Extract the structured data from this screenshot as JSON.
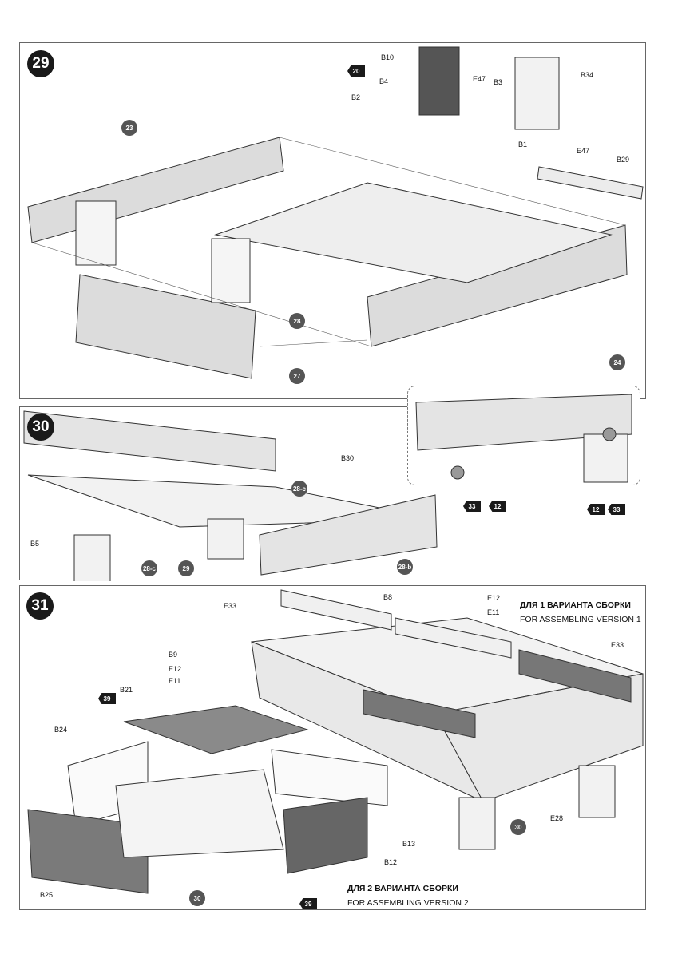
{
  "steps": {
    "s29": {
      "number": "29",
      "parts": {
        "b10": "B10",
        "b4": "B4",
        "b2": "B2",
        "e47a": "E47",
        "b3": "B3",
        "b34": "B34",
        "b1": "B1",
        "e47b": "E47",
        "b29": "B29"
      },
      "refs": {
        "r20": "20",
        "r23": "23",
        "r28": "28",
        "r27": "27",
        "r24": "24"
      }
    },
    "s30": {
      "number": "30",
      "parts": {
        "b30": "B30",
        "b5": "B5"
      },
      "refs": {
        "r28c_top": "28-c",
        "r28c": "28-c",
        "r29": "29",
        "r28b": "28-b",
        "r33a": "33",
        "r12a": "12",
        "r12b": "12",
        "r33b": "33"
      }
    },
    "s31": {
      "number": "31",
      "parts": {
        "e33a": "E33",
        "b8": "B8",
        "e12a": "E12",
        "e11a": "E11",
        "b9": "B9",
        "e12b": "E12",
        "e11b": "E11",
        "e33b": "E33",
        "b21": "B21",
        "b24": "B24",
        "e28": "E28",
        "b13": "B13",
        "b12": "B12",
        "b25": "B25"
      },
      "refs": {
        "r39a": "39",
        "r30a": "30",
        "r30b": "30",
        "r39b": "39"
      },
      "version1": {
        "ru": "ДЛЯ 1 ВАРИАНТА СБОРКИ",
        "en": "FOR ASSEMBLING VERSION 1"
      },
      "version2": {
        "ru": "ДЛЯ 2 ВАРИАНТА СБОРКИ",
        "en": "FOR ASSEMBLING VERSION 2"
      }
    }
  },
  "colors": {
    "ink": "#1a1a1a",
    "panel_fill": "#d9d9d9",
    "dark_part": "#555555",
    "tarp": "#7a7a7a"
  }
}
